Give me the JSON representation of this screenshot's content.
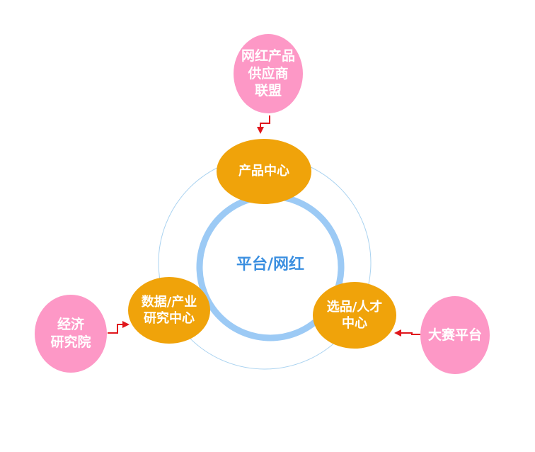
{
  "center": {
    "label": "平台/网红"
  },
  "nodes": {
    "product_center": {
      "label": "产品中心",
      "color": "#f0a30a"
    },
    "selection_center": {
      "label": "选品/人才\n中心",
      "color": "#f0a30a"
    },
    "data_center": {
      "label": "数据/产业\n研究中心",
      "color": "#f0a30a"
    },
    "supplier_alliance": {
      "label": "网红产品\n供应商\n联盟",
      "color": "#fd98c6"
    },
    "economic_institute": {
      "label": "经济\n研究院",
      "color": "#fd98c6"
    },
    "competition_platform": {
      "label": "大赛平台",
      "color": "#fd98c6"
    }
  },
  "colors": {
    "inner_ring": "#9ccaf5",
    "outer_ring": "#a9d2f0",
    "arrow": "#e0161c",
    "center_text": "#3b8fe0"
  }
}
